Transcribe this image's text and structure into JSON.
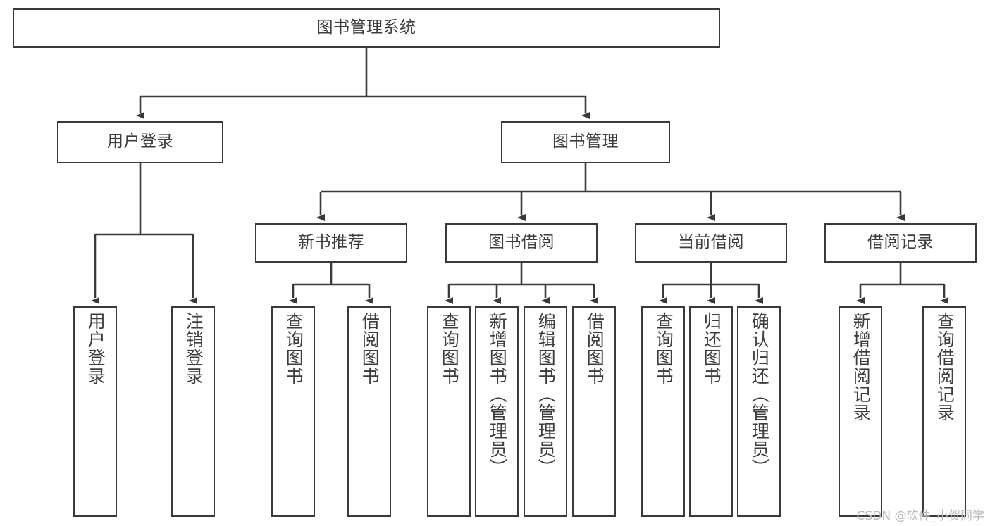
{
  "diagram": {
    "title": "图书管理系统",
    "type": "hierarchy-tree",
    "watermark": "CSDN @软件_小贺同学",
    "colors": {
      "border": "#3a3a3a",
      "text": "#3d3d3d",
      "background": "#ffffff",
      "edge": "#3a3a3a",
      "watermark": "#b9b9b9"
    },
    "nodes": {
      "root": {
        "label": "图书管理系统",
        "level": 0
      },
      "level1": [
        {
          "id": "user-login",
          "label": "用户登录"
        },
        {
          "id": "book-manage",
          "label": "图书管理"
        }
      ],
      "level2": [
        {
          "id": "new-book-recommend",
          "label": "新书推荐",
          "parent": "book-manage"
        },
        {
          "id": "book-borrow",
          "label": "图书借阅",
          "parent": "book-manage"
        },
        {
          "id": "current-borrow",
          "label": "当前借阅",
          "parent": "book-manage"
        },
        {
          "id": "borrow-record",
          "label": "借阅记录",
          "parent": "book-manage"
        }
      ],
      "leaves": [
        {
          "id": "leaf-user-login",
          "label": "用户登录",
          "parent": "user-login"
        },
        {
          "id": "leaf-logout",
          "label": "注销登录",
          "parent": "user-login"
        },
        {
          "id": "leaf-query-book-1",
          "label": "查询图书",
          "parent": "new-book-recommend"
        },
        {
          "id": "leaf-borrow-book-1",
          "label": "借阅图书",
          "parent": "new-book-recommend"
        },
        {
          "id": "leaf-query-book-2",
          "label": "查询图书",
          "parent": "book-borrow"
        },
        {
          "id": "leaf-add-book",
          "label": "新增图书（管理员）",
          "parent": "book-borrow"
        },
        {
          "id": "leaf-edit-book",
          "label": "编辑图书（管理员）",
          "parent": "book-borrow"
        },
        {
          "id": "leaf-borrow-book-2",
          "label": "借阅图书",
          "parent": "book-borrow"
        },
        {
          "id": "leaf-query-book-3",
          "label": "查询图书",
          "parent": "current-borrow"
        },
        {
          "id": "leaf-return-book",
          "label": "归还图书",
          "parent": "current-borrow"
        },
        {
          "id": "leaf-confirm-return",
          "label": "确认归还（管理员）",
          "parent": "current-borrow"
        },
        {
          "id": "leaf-add-record",
          "label": "新增借阅记录",
          "parent": "borrow-record"
        },
        {
          "id": "leaf-query-record",
          "label": "查询借阅记录",
          "parent": "borrow-record"
        }
      ]
    }
  }
}
